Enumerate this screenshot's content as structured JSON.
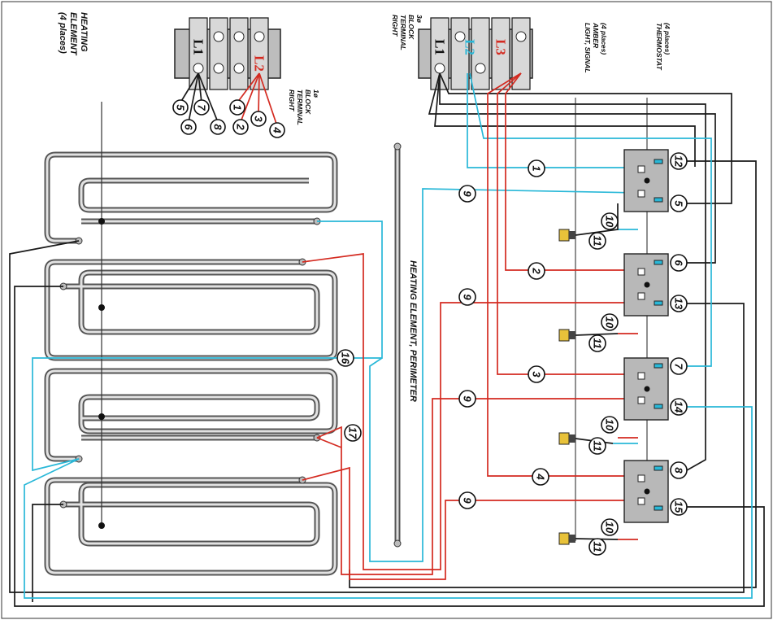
{
  "labels": {
    "heating_element": "HEATING\nELEMENT\n(4 places)",
    "right_terminal_block_1": "RIGHT\nTERMINAL\nBLOCK\n1ø",
    "right_terminal_block_3": "RIGHT\nTERMINAL\nBLOCK\n3ø",
    "light_signal": "LIGHT, SIGNAL\nAMBER\n(4 places)",
    "thermostat": "THERMOSTAT\n(4 places)",
    "perimeter": "HEATING ELEMENT, PERIMETER"
  },
  "terminal_block_1": {
    "markers": [
      "L1",
      "L2"
    ]
  },
  "terminal_block_3": {
    "markers": [
      "L1",
      "L2",
      "L3"
    ]
  },
  "wire_numbers": {
    "tb1_black": [
      "5",
      "6",
      "7",
      "8"
    ],
    "tb1_red": [
      "1",
      "2",
      "3",
      "4"
    ],
    "row_numbers": [
      "1",
      "2",
      "3",
      "4"
    ],
    "row_nines": [
      "9",
      "9",
      "9",
      "9"
    ],
    "tens": [
      "10",
      "10",
      "10",
      "10"
    ],
    "elevens": [
      "11",
      "11",
      "11",
      "11"
    ],
    "thermostat_top": [
      "12",
      "6",
      "7",
      "8"
    ],
    "thermostat_bottom": [
      "5",
      "13",
      "14",
      "15"
    ],
    "element_16": "16",
    "element_17": "17"
  },
  "wire_colors": {
    "black": "#1a1a1a",
    "red": "#d42a20",
    "blue": "#29b8d8"
  }
}
